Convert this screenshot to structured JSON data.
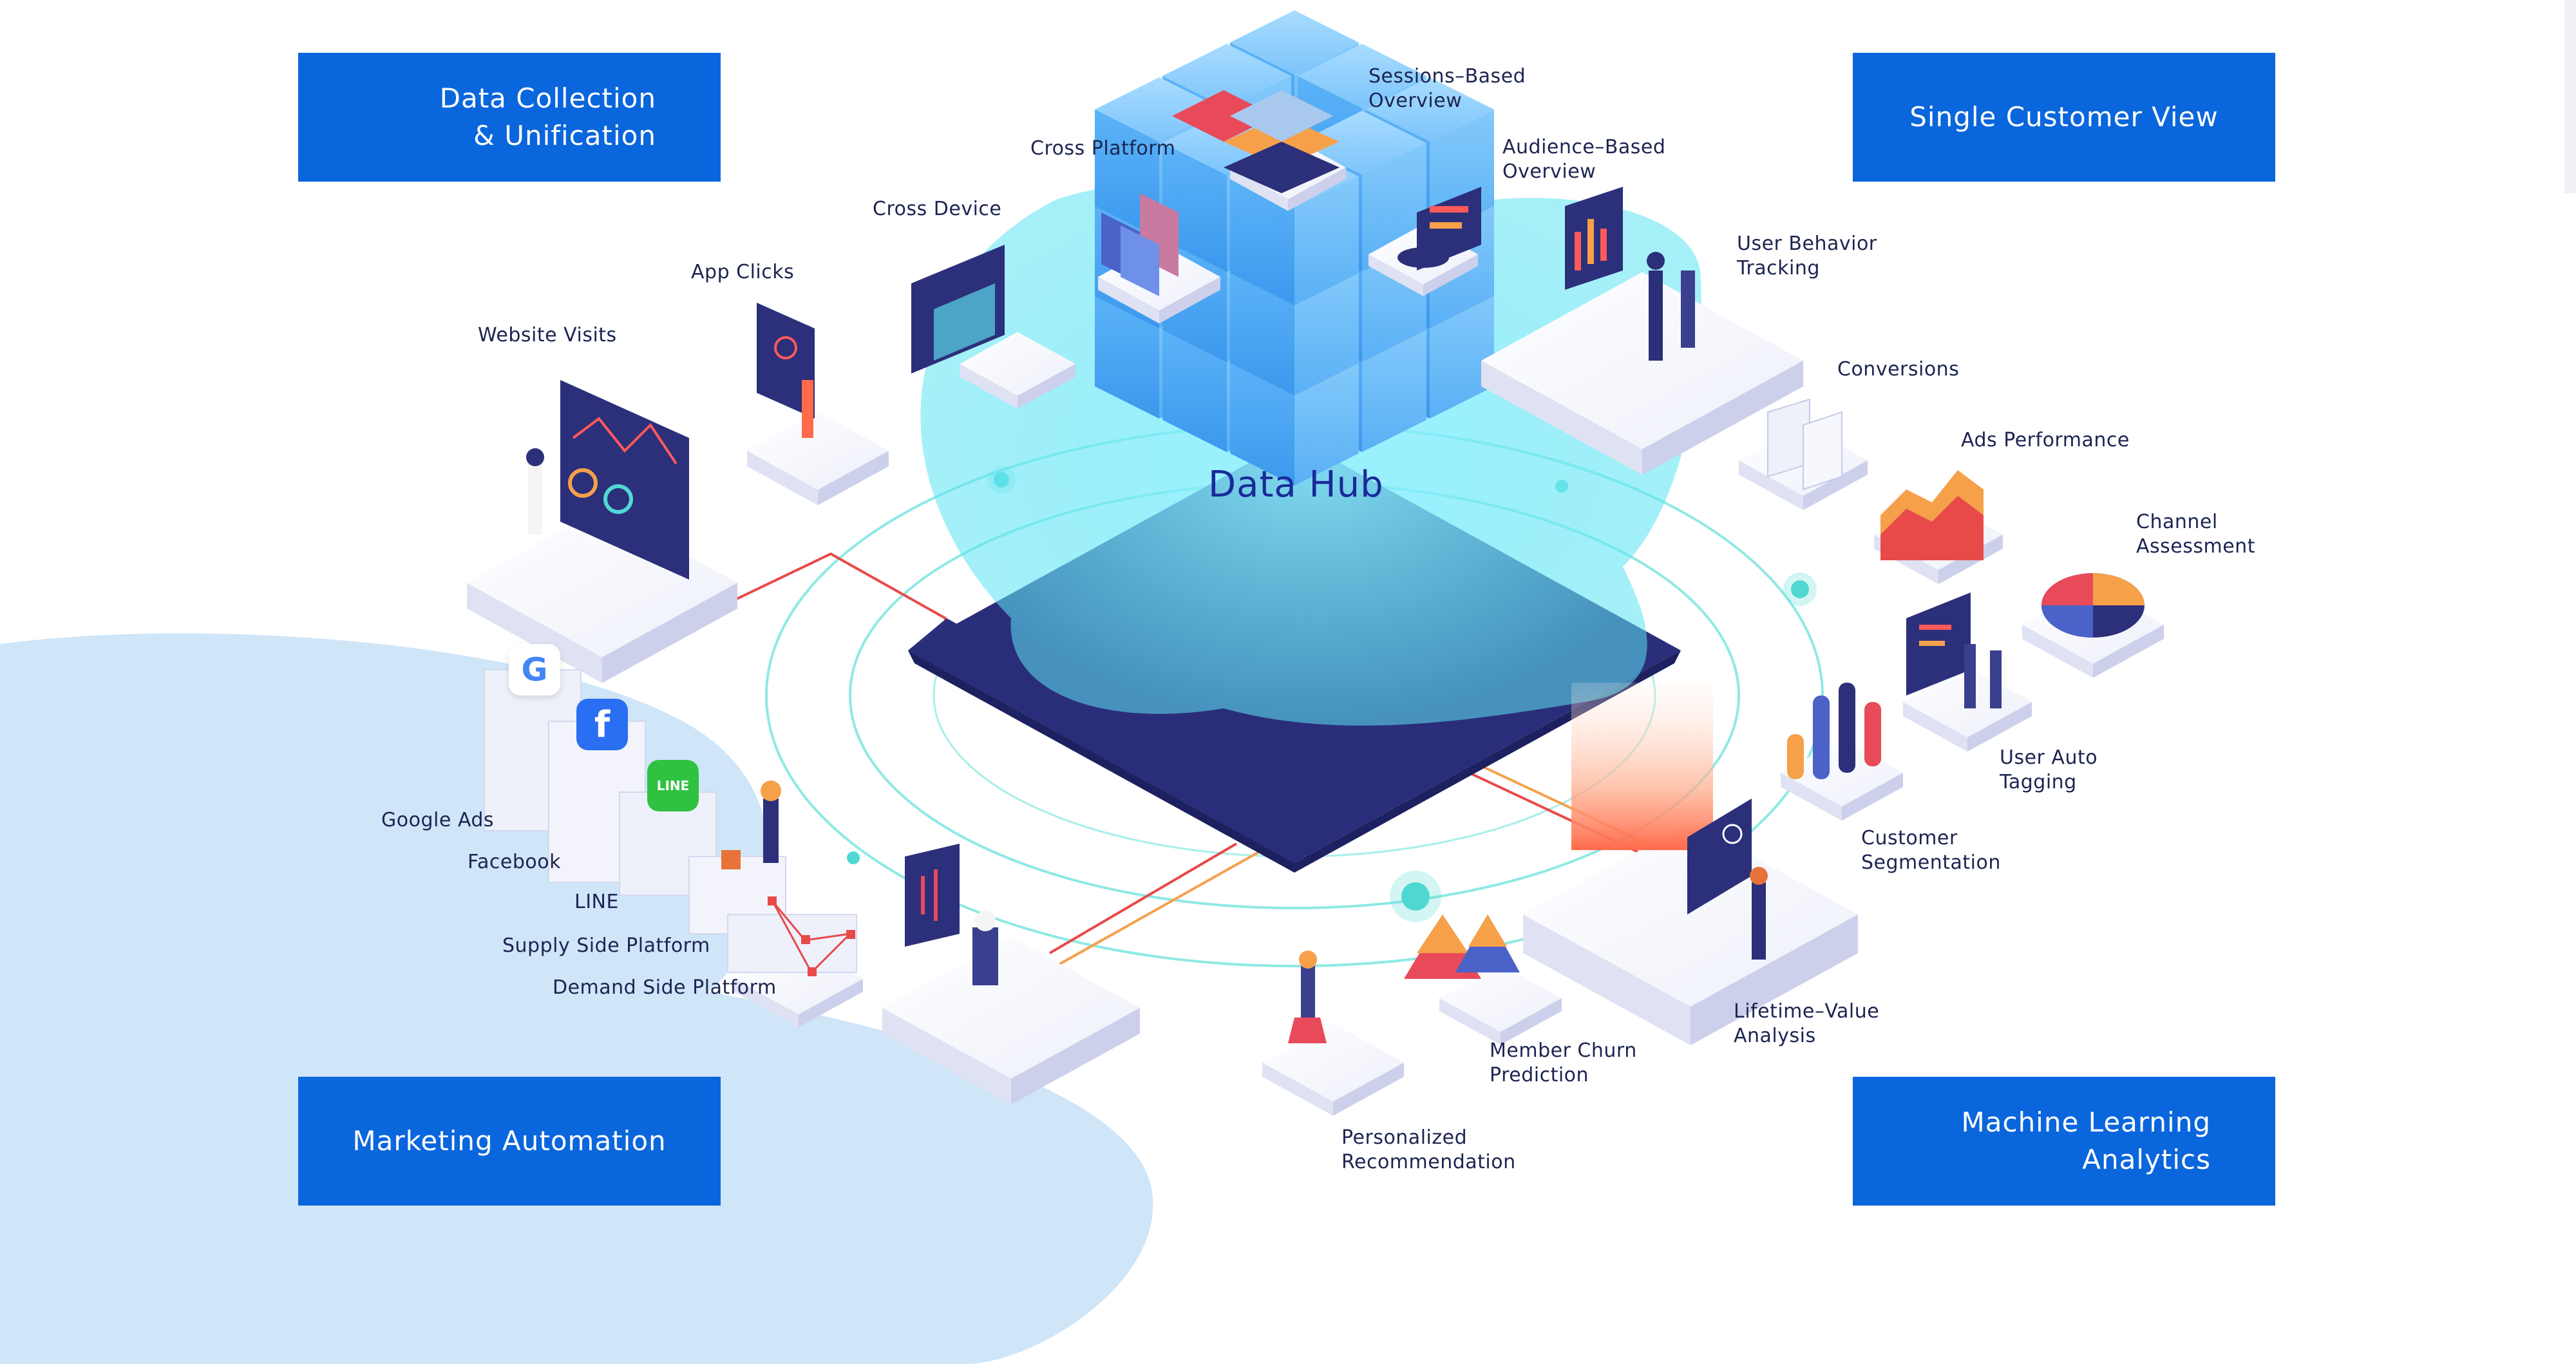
{
  "hub": {
    "title": "Data Hub"
  },
  "corners": {
    "data_collection": {
      "line1": "Data Collection",
      "line2": "& Unification"
    },
    "single_customer_view": {
      "line1": "Single Customer View"
    },
    "marketing_automation": {
      "line1": "Marketing Automation"
    },
    "machine_learning": {
      "line1": "Machine Learning",
      "line2": "Analytics"
    }
  },
  "labels": {
    "sessions_based": {
      "line1": "Sessions–Based",
      "line2": "Overview"
    },
    "audience_based": {
      "line1": "Audience–Based",
      "line2": "Overview"
    },
    "cross_platform": {
      "line1": "Cross Platform"
    },
    "cross_device": {
      "line1": "Cross Device"
    },
    "app_clicks": {
      "line1": "App Clicks"
    },
    "website_visits": {
      "line1": "Website Visits"
    },
    "user_behavior": {
      "line1": "User Behavior",
      "line2": "Tracking"
    },
    "conversions": {
      "line1": "Conversions"
    },
    "ads_performance": {
      "line1": "Ads Performance"
    },
    "channel_assessment": {
      "line1": "Channel",
      "line2": "Assessment"
    },
    "user_auto_tagging": {
      "line1": "User Auto",
      "line2": "Tagging"
    },
    "customer_segmentation": {
      "line1": "Customer",
      "line2": "Segmentation"
    },
    "lifetime_value": {
      "line1": "Lifetime–Value",
      "line2": "Analysis"
    },
    "member_churn": {
      "line1": "Member Churn",
      "line2": "Prediction"
    },
    "personalized_rec": {
      "line1": "Personalized",
      "line2": "Recommendation"
    },
    "google_ads": {
      "line1": "Google Ads"
    },
    "facebook": {
      "line1": "Facebook"
    },
    "line": {
      "line1": "LINE"
    },
    "supply_side": {
      "line1": "Supply Side Platform"
    },
    "demand_side": {
      "line1": "Demand Side Platform"
    }
  },
  "icons": {
    "google": "G",
    "facebook": "f",
    "line": "LINE"
  },
  "colors": {
    "corner_box": "#0a66dc",
    "label_text": "#1c2451",
    "hub_cube": "#4aa8f5",
    "hub_platform": "#2b2f7c",
    "glow": "#6fe3f7",
    "background_blob": "#cfe5f8",
    "flow_line": "#e84a4a",
    "orbit_ring": "#7fe6e0"
  }
}
